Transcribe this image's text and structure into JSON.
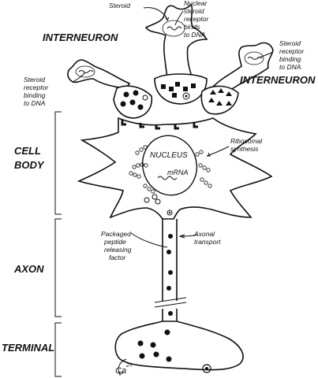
{
  "labels": {
    "steroid": "Steroid",
    "nuclear_steroid": [
      "Nuclear",
      "steroid",
      "receptor",
      "binds",
      "to DNA"
    ],
    "interneuron_left": "INTERNEURON",
    "interneuron_right": "INTERNEURON",
    "steroid_receptor_left": [
      "Steroid",
      "receptor",
      "binding",
      "to DNA"
    ],
    "steroid_receptor_right": [
      "Steroid",
      "receptor",
      "binding",
      "to DNA"
    ],
    "cell_body": [
      "CELL",
      "BODY"
    ],
    "nucleus": "NUCLEUS",
    "mrna": "mRNA",
    "ribosomal": [
      "Ribosomal",
      "synthesis"
    ],
    "axon": "AXON",
    "packaged": [
      "Packaged",
      "peptide",
      "releasing",
      "factor"
    ],
    "axonal": [
      "Axonal",
      "transport"
    ],
    "terminal": "TERMINAL",
    "calcium": "Ca",
    "calcium_charge": "2+"
  }
}
